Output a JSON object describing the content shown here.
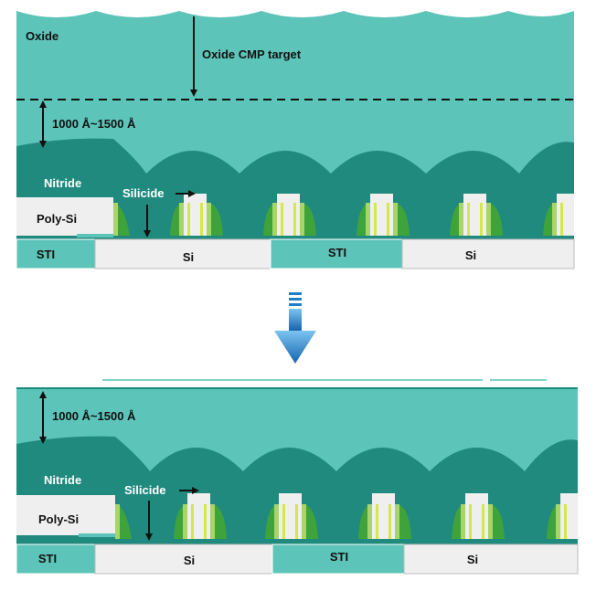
{
  "colors": {
    "oxide": "#5cc4b8",
    "nitride": "#1f8a7d",
    "si": "#efefef",
    "sti": "#5cc4b8",
    "poly": "#efefef",
    "spacer_dark": "#3fa33b",
    "spacer_light": "#a8d46a",
    "silicide": "#d4e84a",
    "arrow_blue": "#1e7fc7",
    "text_dark": "#111111",
    "text_light": "#ffffff"
  },
  "top": {
    "oxide_label": "Oxide",
    "cmp_target_label": "Oxide CMP target",
    "thickness_label": "1000 Å~1500 Å",
    "nitride_label": "Nitride",
    "silicide_label": "Silicide",
    "polysi_label": "Poly-Si",
    "sti_labels": [
      "STI",
      "STI"
    ],
    "si_labels": [
      "Si",
      "Si"
    ]
  },
  "bottom": {
    "thickness_label": "1000 Å~1500 Å",
    "nitride_label": "Nitride",
    "silicide_label": "Silicide",
    "polysi_label": "Poly-Si",
    "sti_labels": [
      "STI",
      "STI"
    ],
    "si_labels": [
      "Si",
      "Si"
    ]
  },
  "icons": {
    "process_arrow": "down-arrow-icon"
  }
}
